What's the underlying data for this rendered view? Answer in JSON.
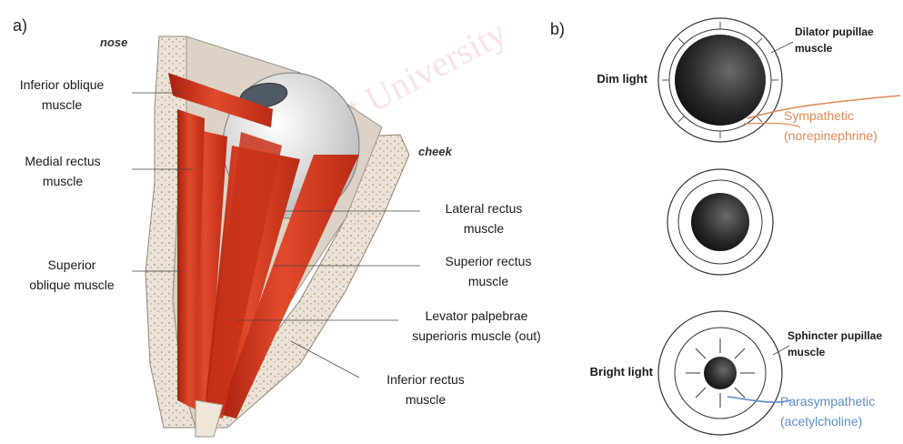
{
  "panel_a": {
    "letter": "a)",
    "labels": {
      "nose": "nose",
      "cheek": "cheek",
      "inferior_oblique": [
        "Inferior oblique",
        "muscle"
      ],
      "medial_rectus": [
        "Medial rectus",
        "muscle"
      ],
      "superior_oblique": [
        "Superior",
        "oblique muscle"
      ],
      "lateral_rectus": [
        "Lateral rectus",
        "muscle"
      ],
      "superior_rectus": [
        "Superior rectus",
        "muscle"
      ],
      "levator": [
        "Levator palpebrae",
        "superioris muscle (out)"
      ],
      "inferior_rectus": [
        "Inferior rectus",
        "muscle"
      ]
    }
  },
  "panel_b": {
    "letter": "b)",
    "labels": {
      "dim_light": "Dim light",
      "bright_light": "Bright light",
      "dilator": [
        "Dilator pupillae",
        "muscle"
      ],
      "sympathetic": [
        "Sympathetic",
        "(norepinephrine)"
      ],
      "sphincter": [
        "Sphincter pupillae",
        "muscle"
      ],
      "parasympathetic": [
        "Parasympathetic",
        "(acetylcholine)"
      ]
    }
  },
  "colors": {
    "muscle": "#d93a22",
    "muscle_dark": "#a8200f",
    "bone": "#ece3d6",
    "sympathetic": "#e08a55",
    "parasympathetic": "#5b8ec9",
    "pupil": "#1a1a1a",
    "watermark": "#dc5a82"
  },
  "watermark": "Rangsit University"
}
